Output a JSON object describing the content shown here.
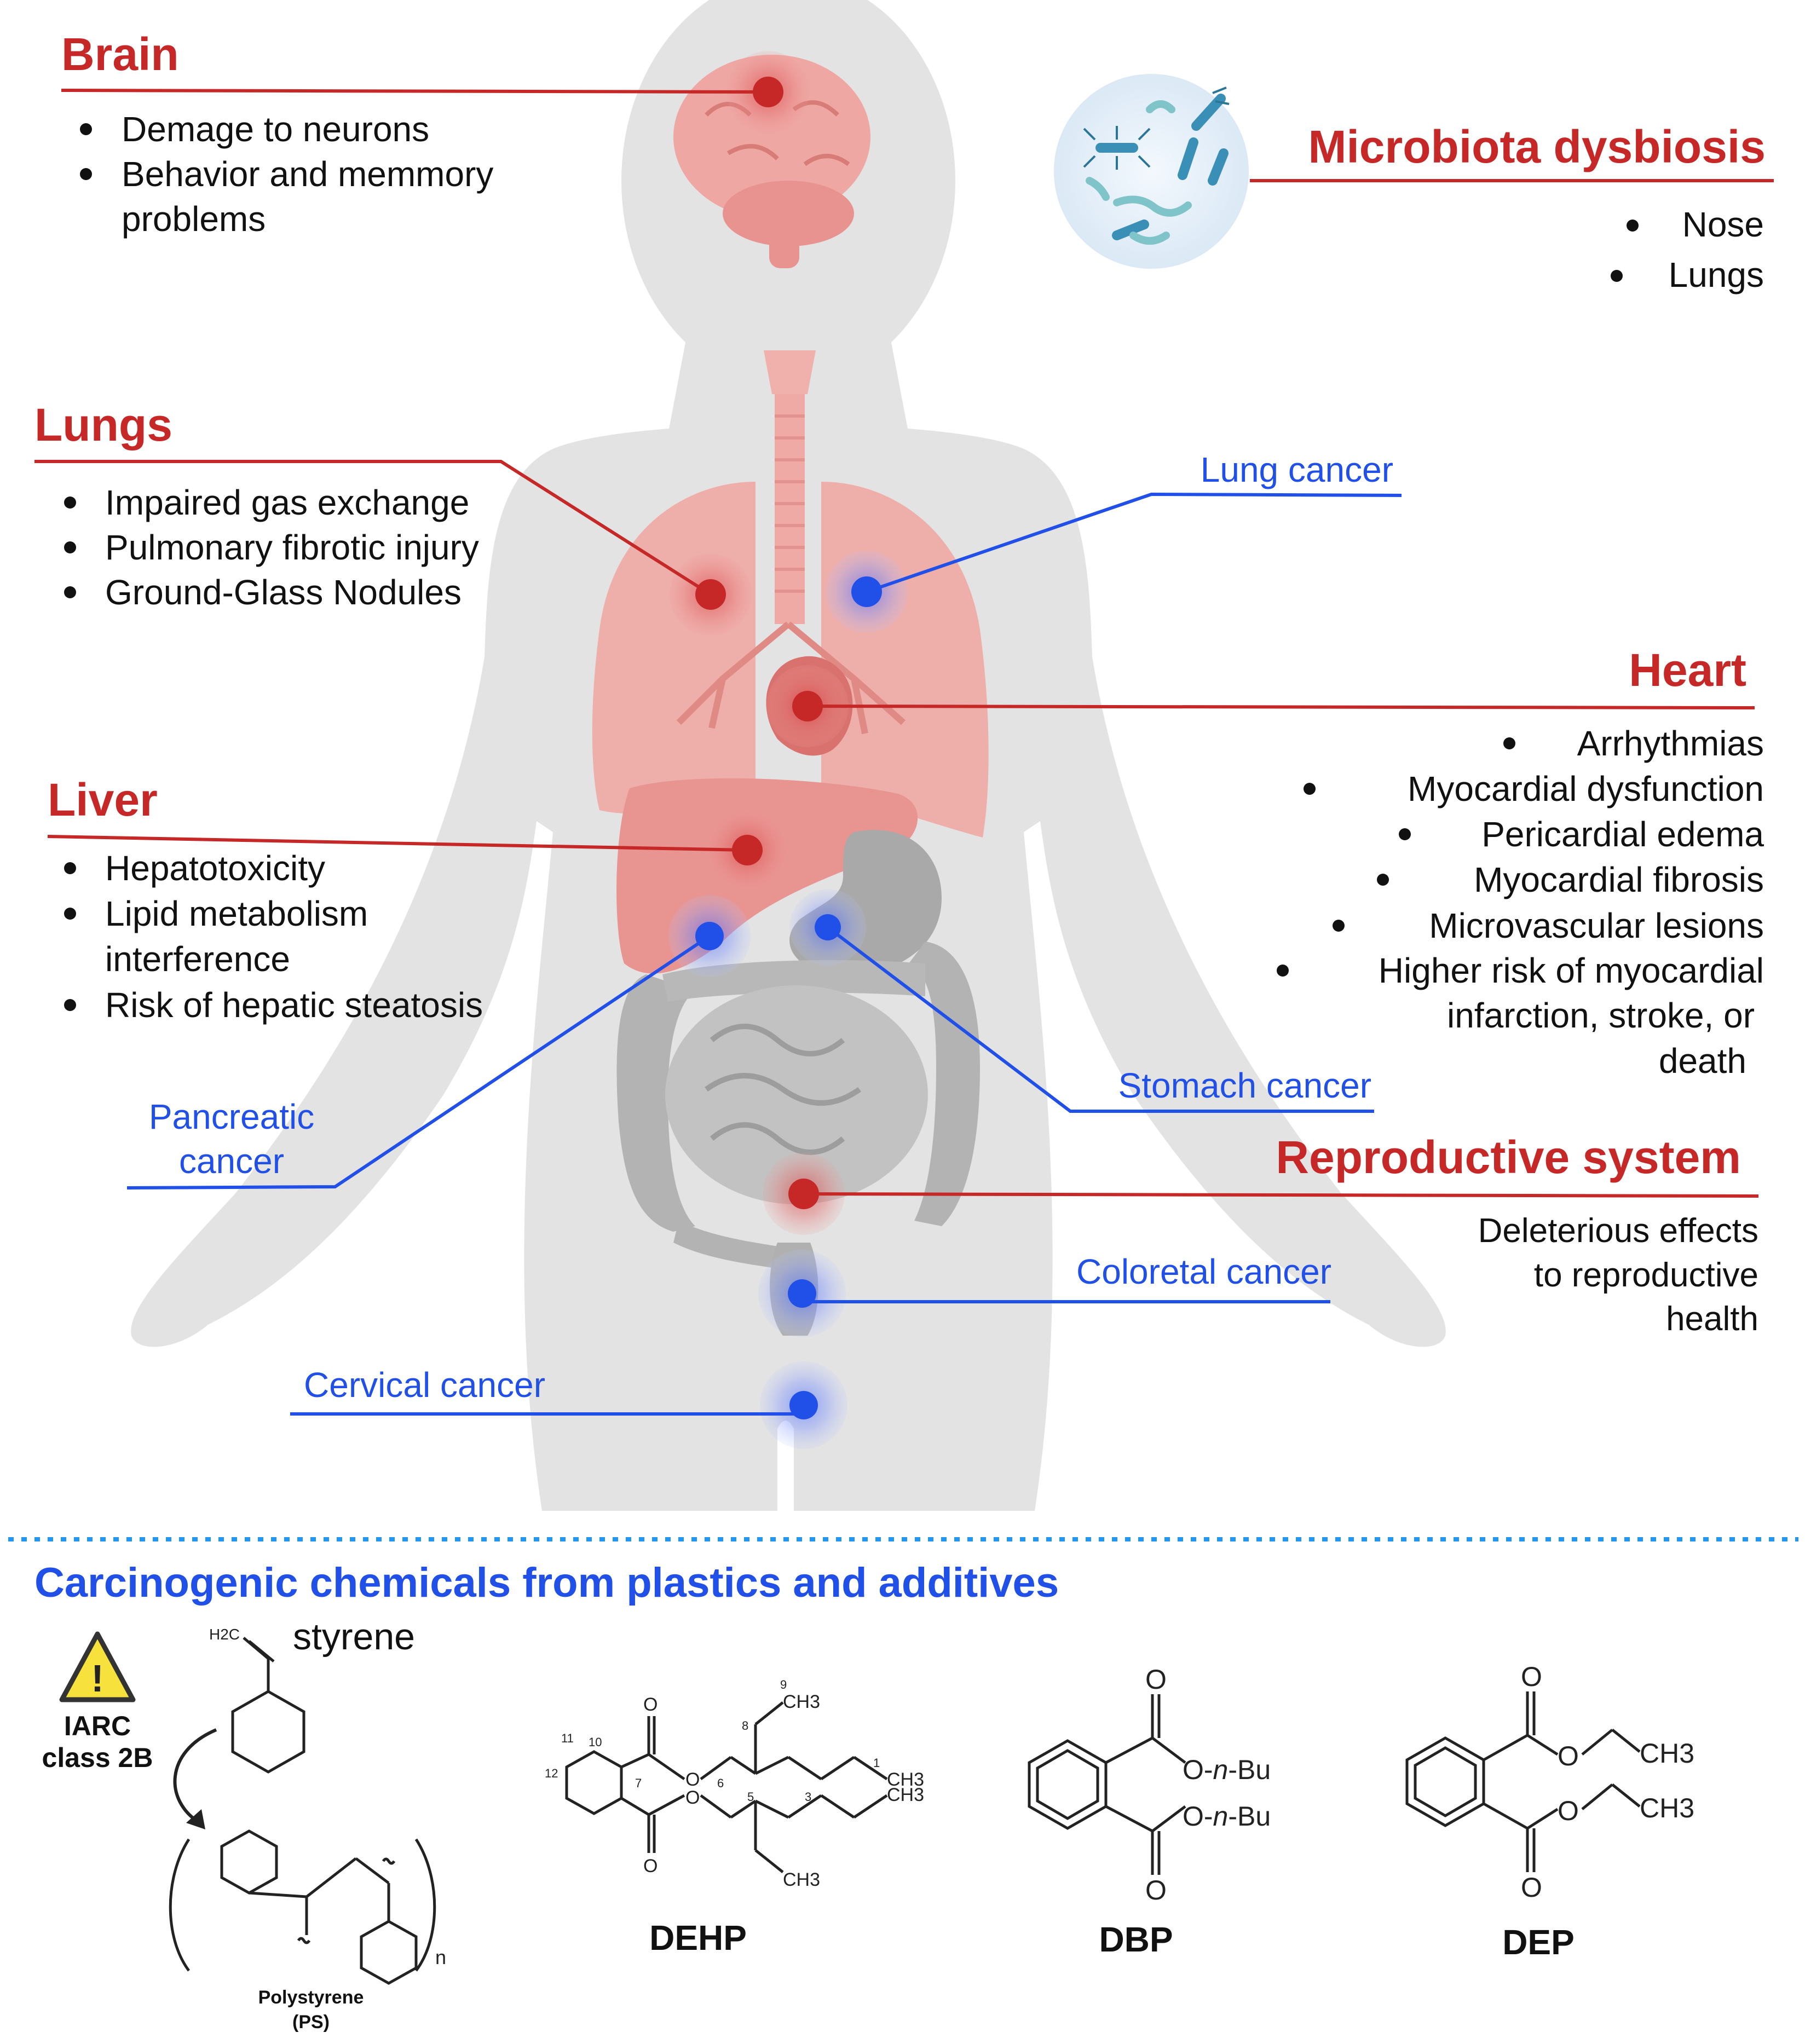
{
  "colors": {
    "organ_label": "#c62828",
    "cancer_label": "#2150e8",
    "body_silhouette": "#e3e3e3",
    "organ_pink": "#eea7a3",
    "intestine_gray": "#b3b3b3",
    "text": "#111111",
    "warning_yellow": "#f7e13c"
  },
  "organs": {
    "brain": {
      "title": "Brain",
      "effects": [
        "Demage to neurons",
        "Behavior and memmory",
        "problems"
      ]
    },
    "microbiota": {
      "title": "Microbiota dysbiosis",
      "effects": [
        "Nose",
        "Lungs"
      ]
    },
    "lungs": {
      "title": "Lungs",
      "effects": [
        "Impaired gas exchange",
        "Pulmonary fibrotic injury",
        "Ground-Glass Nodules"
      ]
    },
    "heart": {
      "title": "Heart",
      "effects": [
        "Arrhythmias",
        "Myocardial dysfunction",
        "Pericardial edema",
        "Myocardial fibrosis",
        "Microvascular lesions",
        "Higher risk of myocardial",
        "infarction, stroke, or",
        "death"
      ]
    },
    "liver": {
      "title": "Liver",
      "effects": [
        "Hepatotoxicity",
        "Lipid metabolism",
        "interference",
        "Risk of hepatic steatosis"
      ]
    },
    "reproductive": {
      "title": "Reproductive system",
      "effects": [
        "Deleterious effects",
        "to reproductive",
        "health"
      ]
    }
  },
  "cancers": {
    "lung": "Lung cancer",
    "stomach": "Stomach cancer",
    "pancreatic_1": "Pancreatic",
    "pancreatic_2": "cancer",
    "colorectal": "Coloretal cancer",
    "cervical": "Cervical cancer"
  },
  "chemicals": {
    "heading": "Carcinogenic chemicals from plastics and additives",
    "warning_line1": "IARC",
    "warning_line2": "class 2B",
    "warning_symbol": "!",
    "styrene": {
      "name": "styrene",
      "group": "H2C",
      "polymer_line1": "Polystyrene",
      "polymer_line2": "(PS)",
      "repeat": "n"
    },
    "dehp": {
      "name": "DEHP",
      "o": "O",
      "ch3": "CH3",
      "numbers": [
        "1",
        "3",
        "5",
        "6",
        "7",
        "8",
        "9",
        "10",
        "11",
        "12"
      ]
    },
    "dbp": {
      "name": "DBP",
      "o": "O",
      "o_prefix": "O-",
      "n": "n",
      "bu": "-Bu"
    },
    "dep": {
      "name": "DEP",
      "o": "O",
      "ch3": "CH3"
    }
  }
}
